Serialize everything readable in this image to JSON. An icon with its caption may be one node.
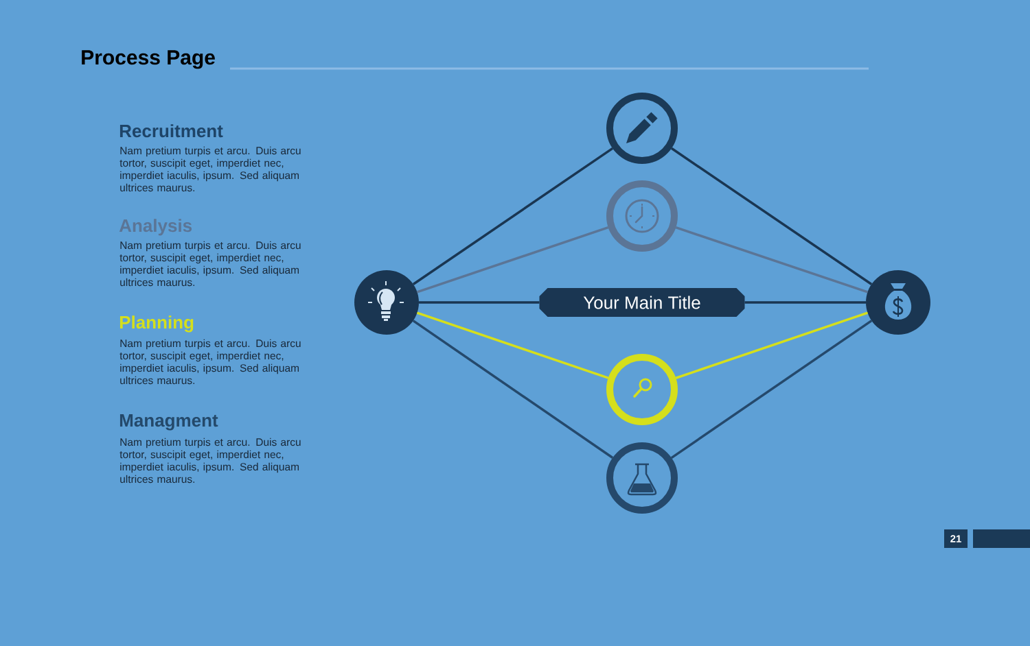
{
  "diagram": {
    "title": "Process Page",
    "nodes": [
      {
        "text": [],
        "shape": "circle"
      },
      {
        "text": [],
        "shape": "circle"
      },
      {
        "text": [],
        "shape": "circle"
      },
      {
        "text": [
          "Your Main Title"
        ]
      },
      {
        "text": [],
        "shape": "circle"
      },
      {
        "text": [],
        "shape": "circle"
      },
      {
        "text": [],
        "shape": "circle"
      }
    ],
    "edges": [
      {
        "from": 0,
        "to": 1,
        "arrow": "none"
      },
      {
        "from": 0,
        "to": 2,
        "arrow": "none",
        "color": "#5b7596"
      },
      {
        "from": 0,
        "to": 3,
        "arrow": "none"
      },
      {
        "from": 0,
        "to": 4,
        "arrow": "none",
        "color": "#d5df1c"
      },
      {
        "from": 0,
        "to": 5,
        "arrow": "none",
        "color": "#25496c"
      },
      {
        "from": 1,
        "to": 6,
        "arrow": "none"
      },
      {
        "from": 2,
        "to": 6,
        "arrow": "none",
        "color": "#5b7596"
      },
      {
        "from": 3,
        "to": 6,
        "arrow": "none"
      },
      {
        "from": 4,
        "to": 6,
        "arrow": "none",
        "color": "#d5df1c"
      },
      {
        "from": 5,
        "to": 6,
        "arrow": "none",
        "color": "#25496c"
      }
    ],
    "labels": [
      "Recruitment",
      "Nam pretium turpis et arcu. Duis arcu tortor, suscipit eget, imperdiet nec, imperdiet iaculis, ipsum. Sed aliquam ultrices maurus.",
      "Analysis",
      "Nam pretium turpis et arcu. Duis arcu tortor, suscipit eget, imperdiet nec, imperdiet iaculis, ipsum. Sed aliquam ultrices maurus.",
      "Planning",
      "Nam pretium turpis et arcu. Duis arcu tortor, suscipit eget, imperdiet nec, imperdiet iaculis, ipsum. Sed aliquam ultrices maurus.",
      "Managment",
      "Nam pretium turpis et arcu. Duis arcu tortor, suscipit eget, imperdiet nec, imperdiet iaculis, ipsum. Sed aliquam ultrices maurus.",
      "21"
    ]
  }
}
